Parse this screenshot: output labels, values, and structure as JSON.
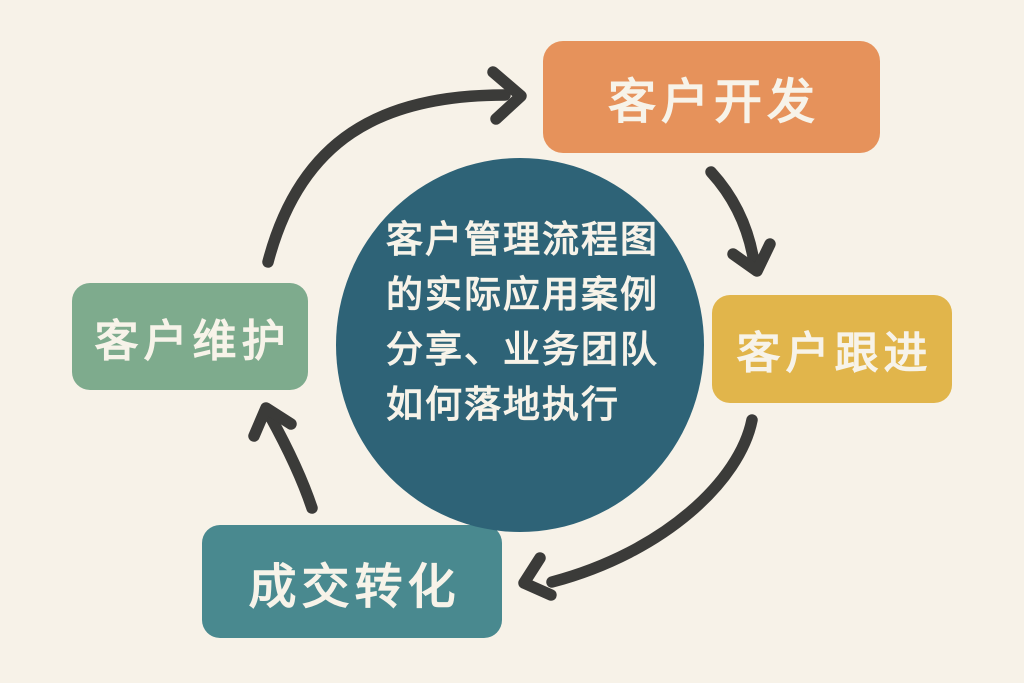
{
  "colors": {
    "background": "#F7F2E8",
    "arrow": "#3B3B39",
    "label_text": "#F7F3E9"
  },
  "center": {
    "bg": "#2E6377",
    "lines": [
      "客户管理流程图",
      "的实际应用案例",
      "分享、业务团队",
      "如何落地执行"
    ]
  },
  "nodes": [
    {
      "id": "customer-development",
      "label": "客户开发",
      "bg": "#E6925B"
    },
    {
      "id": "customer-follow-up",
      "label": "客户跟进",
      "bg": "#E1B54B"
    },
    {
      "id": "deal-conversion",
      "label": "成交转化",
      "bg": "#49898F"
    },
    {
      "id": "customer-maintenance",
      "label": "客户维护",
      "bg": "#7EAB8D"
    }
  ],
  "arrows": [
    {
      "from": "customer-maintenance",
      "to": "customer-development"
    },
    {
      "from": "customer-development",
      "to": "customer-follow-up"
    },
    {
      "from": "customer-follow-up",
      "to": "deal-conversion"
    },
    {
      "from": "deal-conversion",
      "to": "customer-maintenance"
    }
  ]
}
